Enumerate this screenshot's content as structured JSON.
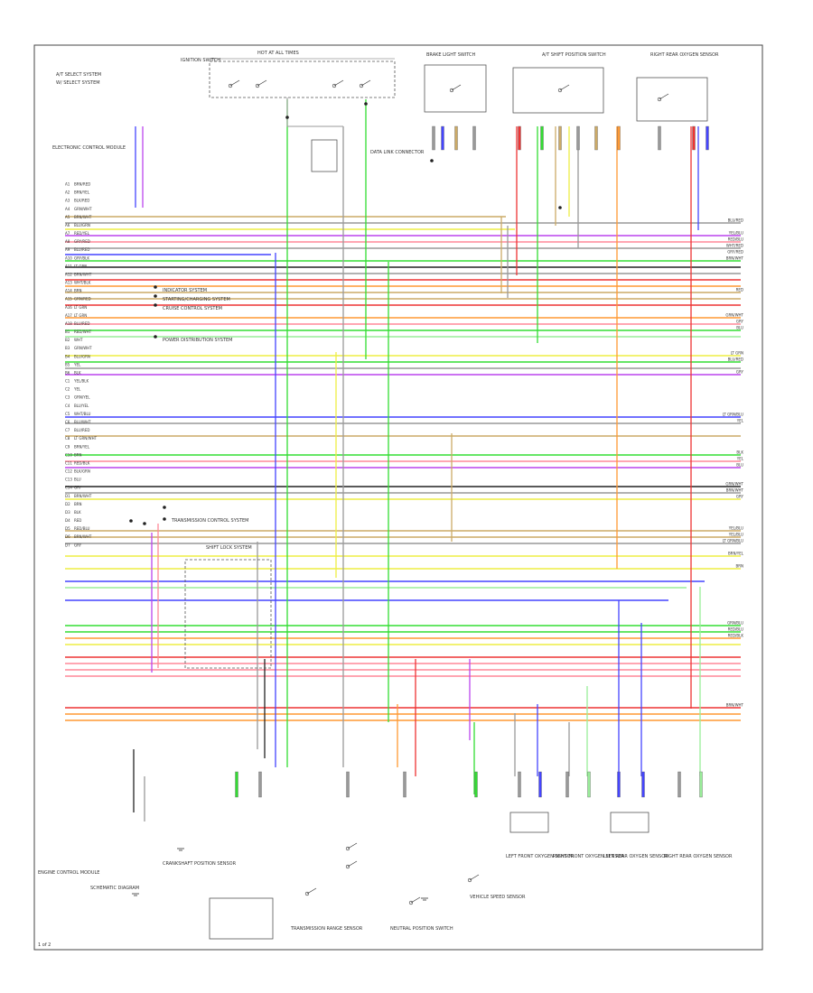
{
  "diagram": {
    "page_label": "1 of 2",
    "legend": [
      {
        "label": "A/T SELECT SYSTEM"
      },
      {
        "label": "W/ SELECT SYSTEM"
      }
    ],
    "ecm_pins": [
      {
        "pin": "A1",
        "wire": "BRN/RED"
      },
      {
        "pin": "A2",
        "wire": "BRN/YEL"
      },
      {
        "pin": "A3",
        "wire": "BLK/RED"
      },
      {
        "pin": "A4",
        "wire": "GRN/WHT"
      },
      {
        "pin": "A5",
        "wire": "BRN/WHT"
      },
      {
        "pin": "A6",
        "wire": "BLU/GRN"
      },
      {
        "pin": "A7",
        "wire": "RED/YEL"
      },
      {
        "pin": "A8",
        "wire": "GRY/RED"
      },
      {
        "pin": "A9",
        "wire": "BLU/RED"
      },
      {
        "pin": "A10",
        "wire": "GRY/BLK"
      },
      {
        "pin": "A11",
        "wire": "LT GRN"
      },
      {
        "pin": "A12",
        "wire": "BRN/WHT"
      },
      {
        "pin": "A13",
        "wire": "WHT/BLK"
      },
      {
        "pin": "A14",
        "wire": "BRN"
      },
      {
        "pin": "A15",
        "wire": "GRN/RED"
      },
      {
        "pin": "A16",
        "wire": "LT GRN"
      },
      {
        "pin": "A17",
        "wire": "LT GRN"
      },
      {
        "pin": "A18",
        "wire": "BLU/RED"
      },
      {
        "pin": "B1",
        "wire": "RED/WHT"
      },
      {
        "pin": "B2",
        "wire": "WHT"
      },
      {
        "pin": "B3",
        "wire": "GRN/WHT"
      },
      {
        "pin": "B4",
        "wire": "BLU/GRN"
      },
      {
        "pin": "B5",
        "wire": "YEL"
      },
      {
        "pin": "B6",
        "wire": "BLK"
      },
      {
        "pin": "C1",
        "wire": "YEL/BLK"
      },
      {
        "pin": "C2",
        "wire": "YEL"
      },
      {
        "pin": "C3",
        "wire": "GRN/YEL"
      },
      {
        "pin": "C4",
        "wire": "BLU/YEL"
      },
      {
        "pin": "C5",
        "wire": "WHT/BLU"
      },
      {
        "pin": "C6",
        "wire": "BLU/WHT"
      },
      {
        "pin": "C7",
        "wire": "BLU/RED"
      },
      {
        "pin": "C8",
        "wire": "LT GRN/WHT"
      },
      {
        "pin": "C9",
        "wire": "BRN/YEL"
      },
      {
        "pin": "C10",
        "wire": "BRN"
      },
      {
        "pin": "C11",
        "wire": "RED/BLK"
      },
      {
        "pin": "C12",
        "wire": "BLK/GRN"
      },
      {
        "pin": "C13",
        "wire": "BLU"
      },
      {
        "pin": "C14",
        "wire": "GRY"
      },
      {
        "pin": "D1",
        "wire": "BRN/WHT"
      },
      {
        "pin": "D2",
        "wire": "BRN"
      },
      {
        "pin": "D3",
        "wire": "BLK"
      },
      {
        "pin": "D4",
        "wire": "RED"
      },
      {
        "pin": "D5",
        "wire": "RED/BLU"
      },
      {
        "pin": "D6",
        "wire": "BRN/WHT"
      },
      {
        "pin": "D7",
        "wire": "GRY"
      }
    ],
    "right_labels": [
      "BLU/RED",
      "YEL/BLU",
      "RED/BLU",
      "WHT/RED",
      "GRY/RED",
      "BRN/WHT",
      "RED",
      "GRN/WHT",
      "GRY",
      "BLU",
      "LT GRN",
      "BLU/RED",
      "GRY",
      "LT GRN/BLU",
      "YEL",
      "BLK",
      "YEL",
      "BLU",
      "GRN/WHT",
      "BRN/WHT",
      "GRY",
      "YEL/BLU",
      "YEL/BLU",
      "LT GRN/BLU",
      "BRN/YEL",
      "BRN",
      "GRN/BLU",
      "RED/BLU",
      "RED/BLK",
      "BRN/WHT"
    ],
    "top_components": [
      {
        "label": "IGNITION SWITCH"
      },
      {
        "label": "HOT AT ALL TIMES"
      },
      {
        "label": "BRAKE LIGHT SWITCH"
      },
      {
        "label": "A/T SHIFT POSITION SWITCH"
      },
      {
        "label": "RIGHT REAR OXYGEN SENSOR"
      },
      {
        "label": "DATA LINK CONNECTOR"
      },
      {
        "label": "ELECTRONIC CONTROL MODULE"
      }
    ],
    "mid_notes": [
      {
        "label": "INDICATOR SYSTEM"
      },
      {
        "label": "STARTING/CHARGING SYSTEM"
      },
      {
        "label": "CRUISE CONTROL SYSTEM"
      },
      {
        "label": "POWER DISTRIBUTION SYSTEM"
      },
      {
        "label": "TRANSMISSION CONTROL SYSTEM"
      },
      {
        "label": "SHIFT LOCK SYSTEM"
      }
    ],
    "bottom_components": [
      {
        "label": "ENGINE CONTROL MODULE"
      },
      {
        "label": "SCHEMATIC DIAGRAM"
      },
      {
        "label": "CRANKSHAFT POSITION SENSOR"
      },
      {
        "label": "TRANSMISSION RANGE SENSOR"
      },
      {
        "label": "NEUTRAL POSITION SWITCH"
      },
      {
        "label": "VEHICLE SPEED SENSOR"
      },
      {
        "label": "LEFT FRONT OXYGEN SENSOR"
      },
      {
        "label": "RIGHT FRONT OXYGEN SENSOR"
      },
      {
        "label": "LEFT REAR OXYGEN SENSOR"
      },
      {
        "label": "RIGHT REAR OXYGEN SENSOR"
      }
    ],
    "colors": {
      "frame": "#444444",
      "black": "#222222",
      "blue": "#4444ff",
      "green": "#33dd33",
      "yellow": "#eeee44",
      "red": "#ee3333",
      "orange": "#ff9933",
      "violet": "#bb44ee",
      "gray": "#999999",
      "tan": "#ccaa66",
      "pink": "#ff8899",
      "ltgreen": "#99ee99"
    }
  }
}
